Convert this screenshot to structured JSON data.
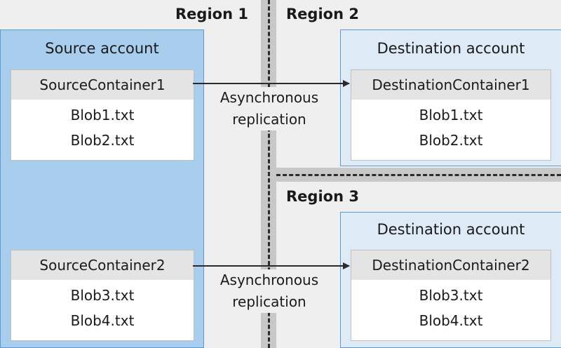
{
  "regions": {
    "region1": "Region 1",
    "region2": "Region 2",
    "region3": "Region 3"
  },
  "source_account": {
    "title": "Source account",
    "containers": [
      {
        "name": "SourceContainer1",
        "blobs": [
          "Blob1.txt",
          "Blob2.txt"
        ]
      },
      {
        "name": "SourceContainer2",
        "blobs": [
          "Blob3.txt",
          "Blob4.txt"
        ]
      }
    ]
  },
  "destination_accounts": [
    {
      "title": "Destination account",
      "container": {
        "name": "DestinationContainer1",
        "blobs": [
          "Blob1.txt",
          "Blob2.txt"
        ]
      }
    },
    {
      "title": "Destination account",
      "container": {
        "name": "DestinationContainer2",
        "blobs": [
          "Blob3.txt",
          "Blob4.txt"
        ]
      }
    }
  ],
  "replications": [
    {
      "line1": "Asynchronous",
      "line2": "replication"
    },
    {
      "line1": "Asynchronous",
      "line2": "replication"
    }
  ]
}
